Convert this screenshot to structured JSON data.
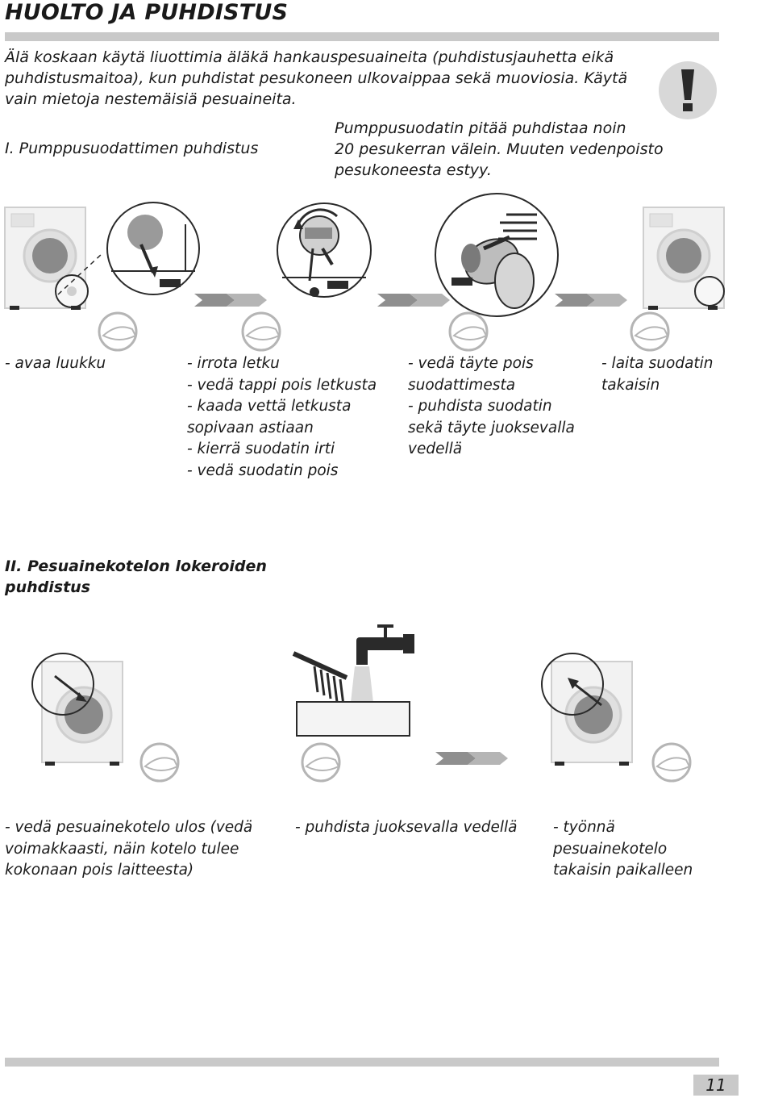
{
  "header": {
    "title": "HUOLTO JA PUHDISTUS"
  },
  "intro": {
    "lines": [
      "Älä koskaan käytä liuottimia äläkä hankauspesuaineita (puhdistusjauhetta eikä",
      "puhdistusmaitoa), kun puhdistat pesukoneen ulkovaippaa sekä muoviosia. Käytä",
      "vain mietoja nestemäisiä pesuaineita."
    ]
  },
  "section1": {
    "heading": "I. Pumppusuodattimen puhdistus",
    "note_lines": [
      "Pumppusuodatin pitää puhdistaa noin",
      "20 pesukerran välein. Muuten vedenpoisto",
      "pesukoneesta estyy."
    ],
    "warning_icon": "exclamation-icon",
    "steps": [
      "- avaa luukku",
      "- irrota letku\n- vedä tappi pois letkusta\n- kaada vettä letkusta\n  sopivaan astiaan\n- kierrä suodatin irti\n- vedä suodatin pois",
      "- vedä täyte pois\n  suodattimesta\n- puhdista suodatin\n  sekä täyte juoksevalla\n  vedellä",
      "- laita suodatin\n  takaisin"
    ]
  },
  "section2": {
    "heading_lines": [
      "II. Pesuainekotelon lokeroiden",
      "puhdistus"
    ],
    "steps": [
      "- vedä pesuainekotelo ulos (vedä\nvoimakkaasti, näin kotelo tulee\nkokonaan pois laitteesta)",
      "- puhdista juoksevalla vedellä",
      "- työnnä\n  pesuainekotelo\n  takaisin paikalleen"
    ]
  },
  "footer": {
    "page_number": "11"
  }
}
